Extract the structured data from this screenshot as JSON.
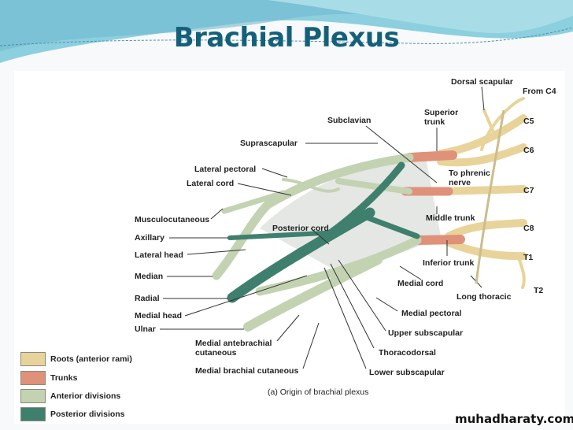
{
  "slide": {
    "title": "Brachial Plexus",
    "caption": "(a) Origin of brachial plexus",
    "watermark": "muhadharaty.com"
  },
  "colors": {
    "title": "#14607a",
    "roots": "#e8d49a",
    "trunks": "#e0917a",
    "anterior_divisions": "#c3d3b2",
    "posterior_divisions": "#3f7f6e",
    "header_wave": "#7cc8da"
  },
  "legend": [
    {
      "label": "Roots (anterior rami)",
      "color_key": "roots"
    },
    {
      "label": "Trunks",
      "color_key": "trunks"
    },
    {
      "label": "Anterior divisions",
      "color_key": "anterior_divisions"
    },
    {
      "label": "Posterior divisions",
      "color_key": "posterior_divisions"
    }
  ],
  "labels": {
    "dorsal_scapular": "Dorsal scapular",
    "from_c4": "From C4",
    "c5": "C5",
    "c6": "C6",
    "c7": "C7",
    "c8": "C8",
    "t1": "T1",
    "t2": "T2",
    "superior_trunk": "Superior trunk",
    "subclavian": "Subclavian",
    "suprascapular": "Suprascapular",
    "to_phrenic_nerve": "To phrenic nerve",
    "lateral_pectoral": "Lateral pectoral",
    "lateral_cord": "Lateral cord",
    "musculocutaneous": "Musculocutaneous",
    "middle_trunk": "Middle trunk",
    "posterior_cord": "Posterior cord",
    "axillary": "Axillary",
    "lateral_head": "Lateral head",
    "inferior_trunk": "Inferior trunk",
    "median": "Median",
    "medial_cord": "Medial cord",
    "radial": "Radial",
    "long_thoracic": "Long thoracic",
    "medial_pectoral": "Medial pectoral",
    "medial_head": "Medial head",
    "upper_subscapular": "Upper subscapular",
    "ulnar": "Ulnar",
    "medial_antebrachial_cutaneous": "Medial antebrachial cutaneous",
    "thoracodorsal": "Thoracodorsal",
    "medial_brachial_cutaneous": "Medial brachial cutaneous",
    "lower_subscapular": "Lower subscapular"
  }
}
